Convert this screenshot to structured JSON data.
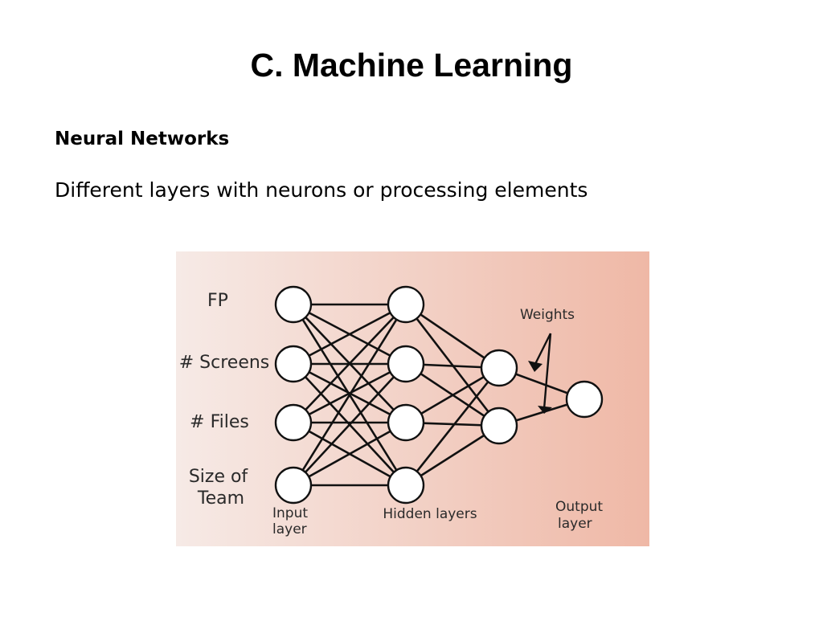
{
  "slide": {
    "title": "C. Machine Learning",
    "subheading": "Neural Networks",
    "description": "Different layers with neurons or processing elements"
  },
  "diagram": {
    "background_start": "#f6eae6",
    "background_end": "#efb8a6",
    "input_labels": [
      {
        "lines": [
          "FP"
        ]
      },
      {
        "lines": [
          "# Screens"
        ]
      },
      {
        "lines": [
          "# Files"
        ]
      },
      {
        "lines": [
          "Size of",
          "Team"
        ]
      }
    ],
    "annotations": {
      "weights": "Weights",
      "input_layer": [
        "Input",
        "layer"
      ],
      "hidden_layers": "Hidden layers",
      "output_layer": [
        "Output",
        "layer"
      ]
    },
    "layers": [
      {
        "name": "input",
        "nodes": 4
      },
      {
        "name": "hidden-1",
        "nodes": 4
      },
      {
        "name": "hidden-2",
        "nodes": 2
      },
      {
        "name": "output",
        "nodes": 1
      }
    ]
  }
}
